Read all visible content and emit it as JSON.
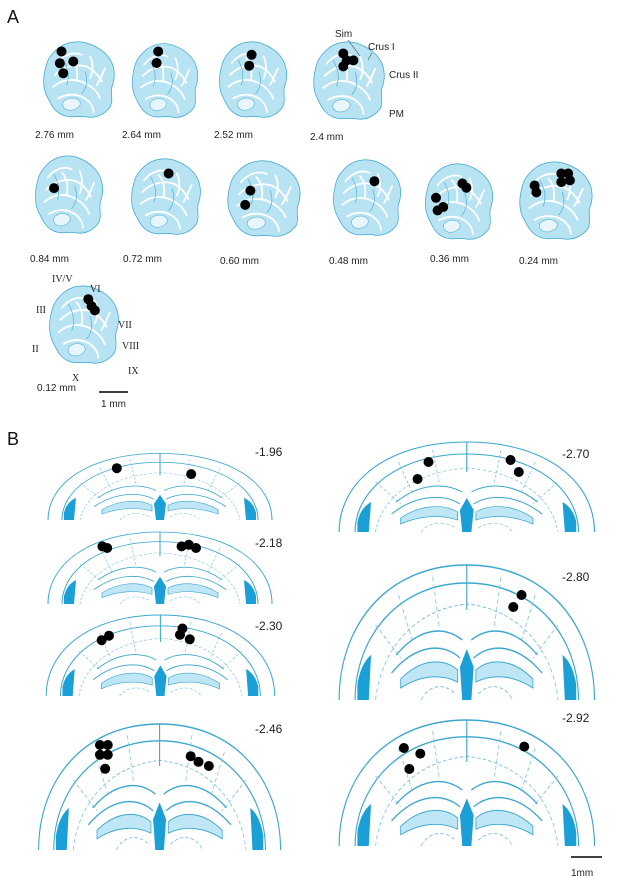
{
  "panels": {
    "a_label": "A",
    "b_label": "B"
  },
  "sagittal": [
    {
      "label": "2.76 mm",
      "dots": [
        [
          0.28,
          0.16
        ],
        [
          0.26,
          0.3
        ],
        [
          0.42,
          0.28
        ],
        [
          0.3,
          0.42
        ]
      ]
    },
    {
      "label": "2.64 mm",
      "dots": [
        [
          0.4,
          0.14
        ],
        [
          0.38,
          0.28
        ]
      ]
    },
    {
      "label": "2.52 mm",
      "dots": [
        [
          0.47,
          0.2
        ],
        [
          0.44,
          0.33
        ]
      ]
    },
    {
      "label": "2.4 mm",
      "dots": [
        [
          0.42,
          0.18
        ],
        [
          0.46,
          0.26
        ],
        [
          0.54,
          0.26
        ],
        [
          0.42,
          0.33
        ]
      ]
    },
    {
      "label": "0.84 mm",
      "dots": [
        [
          0.3,
          0.42
        ]
      ]
    },
    {
      "label": "0.72 mm",
      "dots": [
        [
          0.52,
          0.22
        ]
      ]
    },
    {
      "label": "0.60 mm",
      "dots": [
        [
          0.33,
          0.4
        ],
        [
          0.27,
          0.57
        ]
      ]
    },
    {
      "label": "0.48 mm",
      "dots": [
        [
          0.58,
          0.3
        ]
      ]
    },
    {
      "label": "0.36 mm",
      "dots": [
        [
          0.53,
          0.28
        ],
        [
          0.58,
          0.33
        ],
        [
          0.2,
          0.45
        ],
        [
          0.22,
          0.6
        ],
        [
          0.29,
          0.56
        ]
      ]
    },
    {
      "label": "0.24 mm",
      "dots": [
        [
          0.55,
          0.18
        ],
        [
          0.63,
          0.18
        ],
        [
          0.55,
          0.28
        ],
        [
          0.65,
          0.26
        ],
        [
          0.24,
          0.32
        ],
        [
          0.26,
          0.4
        ]
      ]
    },
    {
      "label": "0.12 mm",
      "dots": [
        [
          0.54,
          0.2
        ],
        [
          0.58,
          0.28
        ],
        [
          0.62,
          0.33
        ]
      ]
    }
  ],
  "sagittal_annotations": {
    "sim": "Sim",
    "crus1": "Crus I",
    "crus2": "Crus II",
    "pm": "PM"
  },
  "lobules": {
    "iv_v": "IV/V",
    "vi": "VI",
    "iii": "III",
    "vii": "VII",
    "ii": "II",
    "viii": "VIII",
    "ix": "IX",
    "x": "X"
  },
  "scale_a": "1 mm",
  "coronal": [
    {
      "label": "-1.96",
      "dots": [
        [
          0.32,
          0.3
        ],
        [
          0.63,
          0.38
        ]
      ]
    },
    {
      "label": "-2.18",
      "dots": [
        [
          0.26,
          0.28
        ],
        [
          0.28,
          0.3
        ],
        [
          0.59,
          0.28
        ],
        [
          0.62,
          0.26
        ],
        [
          0.65,
          0.3
        ]
      ]
    },
    {
      "label": "-2.30",
      "dots": [
        [
          0.29,
          0.33
        ],
        [
          0.26,
          0.38
        ],
        [
          0.59,
          0.25
        ],
        [
          0.58,
          0.32
        ],
        [
          0.62,
          0.37
        ]
      ]
    },
    {
      "label": "-2.46",
      "dots": [
        [
          0.27,
          0.25
        ],
        [
          0.3,
          0.25
        ],
        [
          0.27,
          0.32
        ],
        [
          0.3,
          0.32
        ],
        [
          0.29,
          0.42
        ],
        [
          0.62,
          0.33
        ],
        [
          0.65,
          0.37
        ],
        [
          0.69,
          0.4
        ]
      ]
    },
    {
      "label": "-2.70",
      "dots": [
        [
          0.36,
          0.3
        ],
        [
          0.32,
          0.47
        ],
        [
          0.66,
          0.28
        ],
        [
          0.69,
          0.4
        ]
      ]
    },
    {
      "label": "-2.80",
      "dots": [
        [
          0.7,
          0.3
        ],
        [
          0.67,
          0.38
        ]
      ]
    },
    {
      "label": "-2.92",
      "dots": [
        [
          0.27,
          0.3
        ],
        [
          0.33,
          0.34
        ],
        [
          0.29,
          0.45
        ],
        [
          0.71,
          0.29
        ]
      ]
    }
  ],
  "scale_b": "1mm"
}
